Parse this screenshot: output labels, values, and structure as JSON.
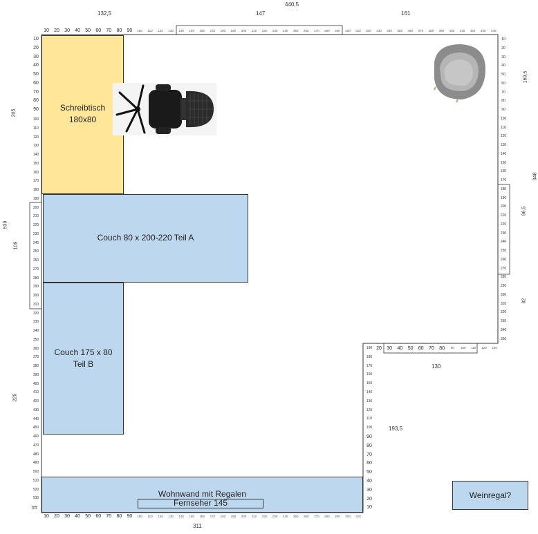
{
  "dimensions": {
    "total_top": "440,5",
    "top_left": "132,5",
    "top_mid": "147",
    "top_right": "161",
    "right_upper": "169,5",
    "right_total": "348",
    "right_mid": "96,5",
    "right_lower": "82",
    "left_upper": "205",
    "left_total": "539",
    "left_mid": "109",
    "left_lower": "225",
    "inner_step_width": "130",
    "inner_step_height": "193,5",
    "bottom_total": "311",
    "bottom_corner": "##"
  },
  "furniture": {
    "desk": {
      "line1": "Schreibtisch",
      "line2": "180x80"
    },
    "couch_a": {
      "label": "Couch 80 x 200-220 Teil A"
    },
    "couch_b": {
      "line1": "Couch 175 x 80",
      "line2": "Teil B"
    },
    "wall_unit": {
      "label": "Wohnwand mit Regalen"
    },
    "tv": {
      "label": "Fernseher 145"
    },
    "wine_rack": {
      "label": "Weinregal?"
    }
  },
  "rulers": {
    "top_big": [
      "10",
      "20",
      "30",
      "40",
      "50",
      "60",
      "70",
      "80",
      "90"
    ],
    "top_small": [
      "100",
      "110",
      "120",
      "130",
      "140",
      "150",
      "160",
      "170",
      "180",
      "190",
      "200",
      "210",
      "220",
      "230",
      "240",
      "250",
      "260",
      "270",
      "280",
      "290",
      "300",
      "310",
      "320",
      "330",
      "340",
      "350",
      "360",
      "370",
      "380",
      "390",
      "400",
      "410",
      "420",
      "430",
      "440"
    ],
    "left_big": [
      "10",
      "20",
      "30",
      "40",
      "50",
      "60",
      "70",
      "80",
      "90"
    ],
    "left_small": [
      "100",
      "110",
      "120",
      "130",
      "140",
      "150",
      "160",
      "170",
      "180",
      "190",
      "200",
      "210",
      "220",
      "230",
      "240",
      "250",
      "260",
      "270",
      "280",
      "290",
      "300",
      "310",
      "320",
      "330",
      "340",
      "350",
      "360",
      "370",
      "380",
      "390",
      "400",
      "410",
      "420",
      "430",
      "440",
      "450",
      "460",
      "470",
      "480",
      "490",
      "500",
      "510",
      "520",
      "530"
    ]
  },
  "colors": {
    "blue": "#bdd7ee",
    "yellow": "#ffe699"
  }
}
